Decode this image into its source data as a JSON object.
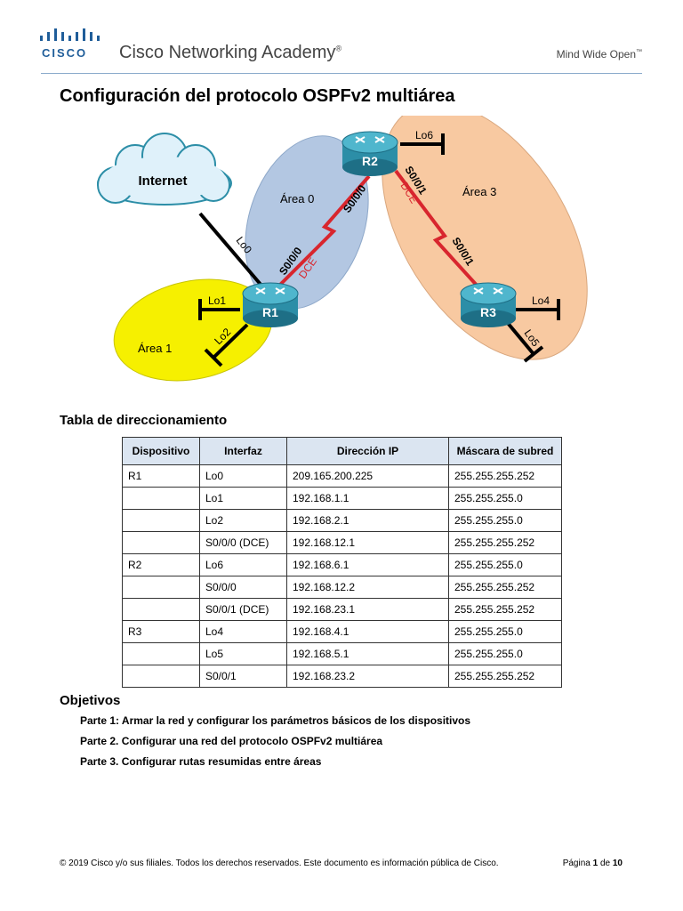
{
  "header": {
    "logo_word": "CISCO",
    "academy_name": "Cisco Networking Academy",
    "registered_mark": "®",
    "tagline": "Mind Wide Open",
    "tagline_mark": "™"
  },
  "title": "Configuración del protocolo OSPFv2 multiárea",
  "diagram": {
    "cloud_label": "Internet",
    "routers": [
      "R1",
      "R2",
      "R3"
    ],
    "areas": [
      "Área 0",
      "Área 1",
      "Área 3"
    ],
    "loopbacks": [
      "Lo0",
      "Lo1",
      "Lo2",
      "Lo4",
      "Lo5",
      "Lo6"
    ],
    "serial_labels": {
      "r1_s000": "S0/0/0",
      "r2_s000": "S0/0/0",
      "r2_s001": "S0/0/1",
      "r3_s001": "S0/0/1"
    },
    "dce_label": "DCE",
    "colors": {
      "area0": "#b3c7e2",
      "area1": "#f6f000",
      "area3": "#f8c9a1",
      "router": "#2c8ea7",
      "serial": "#d8262e",
      "cloud": "#dff1fa"
    }
  },
  "addressing": {
    "heading": "Tabla de direccionamiento",
    "columns": [
      "Dispositivo",
      "Interfaz",
      "Dirección IP",
      "Máscara de subred"
    ],
    "rows": [
      [
        "R1",
        "Lo0",
        "209.165.200.225",
        "255.255.255.252"
      ],
      [
        "",
        "Lo1",
        "192.168.1.1",
        "255.255.255.0"
      ],
      [
        "",
        "Lo2",
        "192.168.2.1",
        "255.255.255.0"
      ],
      [
        "",
        "S0/0/0 (DCE)",
        "192.168.12.1",
        "255.255.255.252"
      ],
      [
        "R2",
        "Lo6",
        "192.168.6.1",
        "255.255.255.0"
      ],
      [
        "",
        "S0/0/0",
        "192.168.12.2",
        "255.255.255.252"
      ],
      [
        "",
        "S0/0/1 (DCE)",
        "192.168.23.1",
        "255.255.255.252"
      ],
      [
        "R3",
        "Lo4",
        "192.168.4.1",
        "255.255.255.0"
      ],
      [
        "",
        "Lo5",
        "192.168.5.1",
        "255.255.255.0"
      ],
      [
        "",
        "S0/0/1",
        "192.168.23.2",
        "255.255.255.252"
      ]
    ]
  },
  "objectives": {
    "heading": "Objetivos",
    "items": [
      "Parte 1: Armar la red y configurar los parámetros básicos de los dispositivos",
      "Parte 2. Configurar una red del protocolo OSPFv2 multiárea",
      "Parte 3. Configurar rutas resumidas entre áreas"
    ]
  },
  "footer": {
    "copyright": "© 2019 Cisco y/o sus filiales. Todos los derechos reservados. Este documento es información pública de Cisco.",
    "page_label": "Página",
    "page_current": "1",
    "page_of": "de",
    "page_total": "10"
  }
}
